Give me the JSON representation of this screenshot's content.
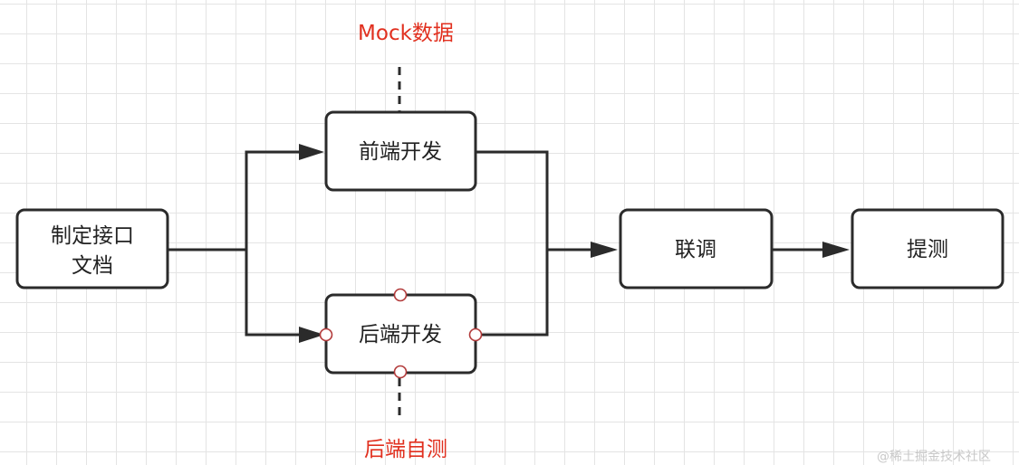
{
  "diagram": {
    "nodes": {
      "spec": {
        "lines": [
          "制定接口",
          "文档"
        ]
      },
      "frontend": {
        "label": "前端开发"
      },
      "backend": {
        "label": "后端开发"
      },
      "integration": {
        "label": "联调"
      },
      "qa": {
        "label": "提测"
      }
    },
    "annotations": {
      "mock": "Mock数据",
      "selftest": "后端自测"
    }
  },
  "watermark": "@稀土掘金技术社区"
}
